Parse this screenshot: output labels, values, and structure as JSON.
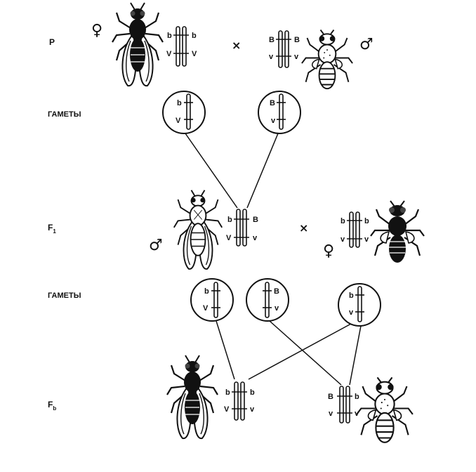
{
  "rows": {
    "p": "P",
    "gametes1": "ГАМЕТЫ",
    "f1_main": "F",
    "f1_sub": "1",
    "gametes2": "ГАМЕТЫ",
    "fb_main": "F",
    "fb_sub": "b"
  },
  "symbols": {
    "female": "♀",
    "male": "♂",
    "cross": "×"
  },
  "alleles": {
    "b_lower": "b",
    "b_upper": "B",
    "v_lower": "v",
    "v_upper": "V"
  },
  "flies": {
    "p_female": {
      "body": "dark",
      "wings": "normal"
    },
    "p_male": {
      "body": "grey",
      "wings": "vestigial"
    },
    "f1_male": {
      "body": "grey",
      "wings": "normal"
    },
    "f1_female": {
      "body": "dark",
      "wings": "vestigial"
    },
    "fb_1": {
      "body": "dark",
      "wings": "normal"
    },
    "fb_2": {
      "body": "grey",
      "wings": "vestigial"
    }
  }
}
